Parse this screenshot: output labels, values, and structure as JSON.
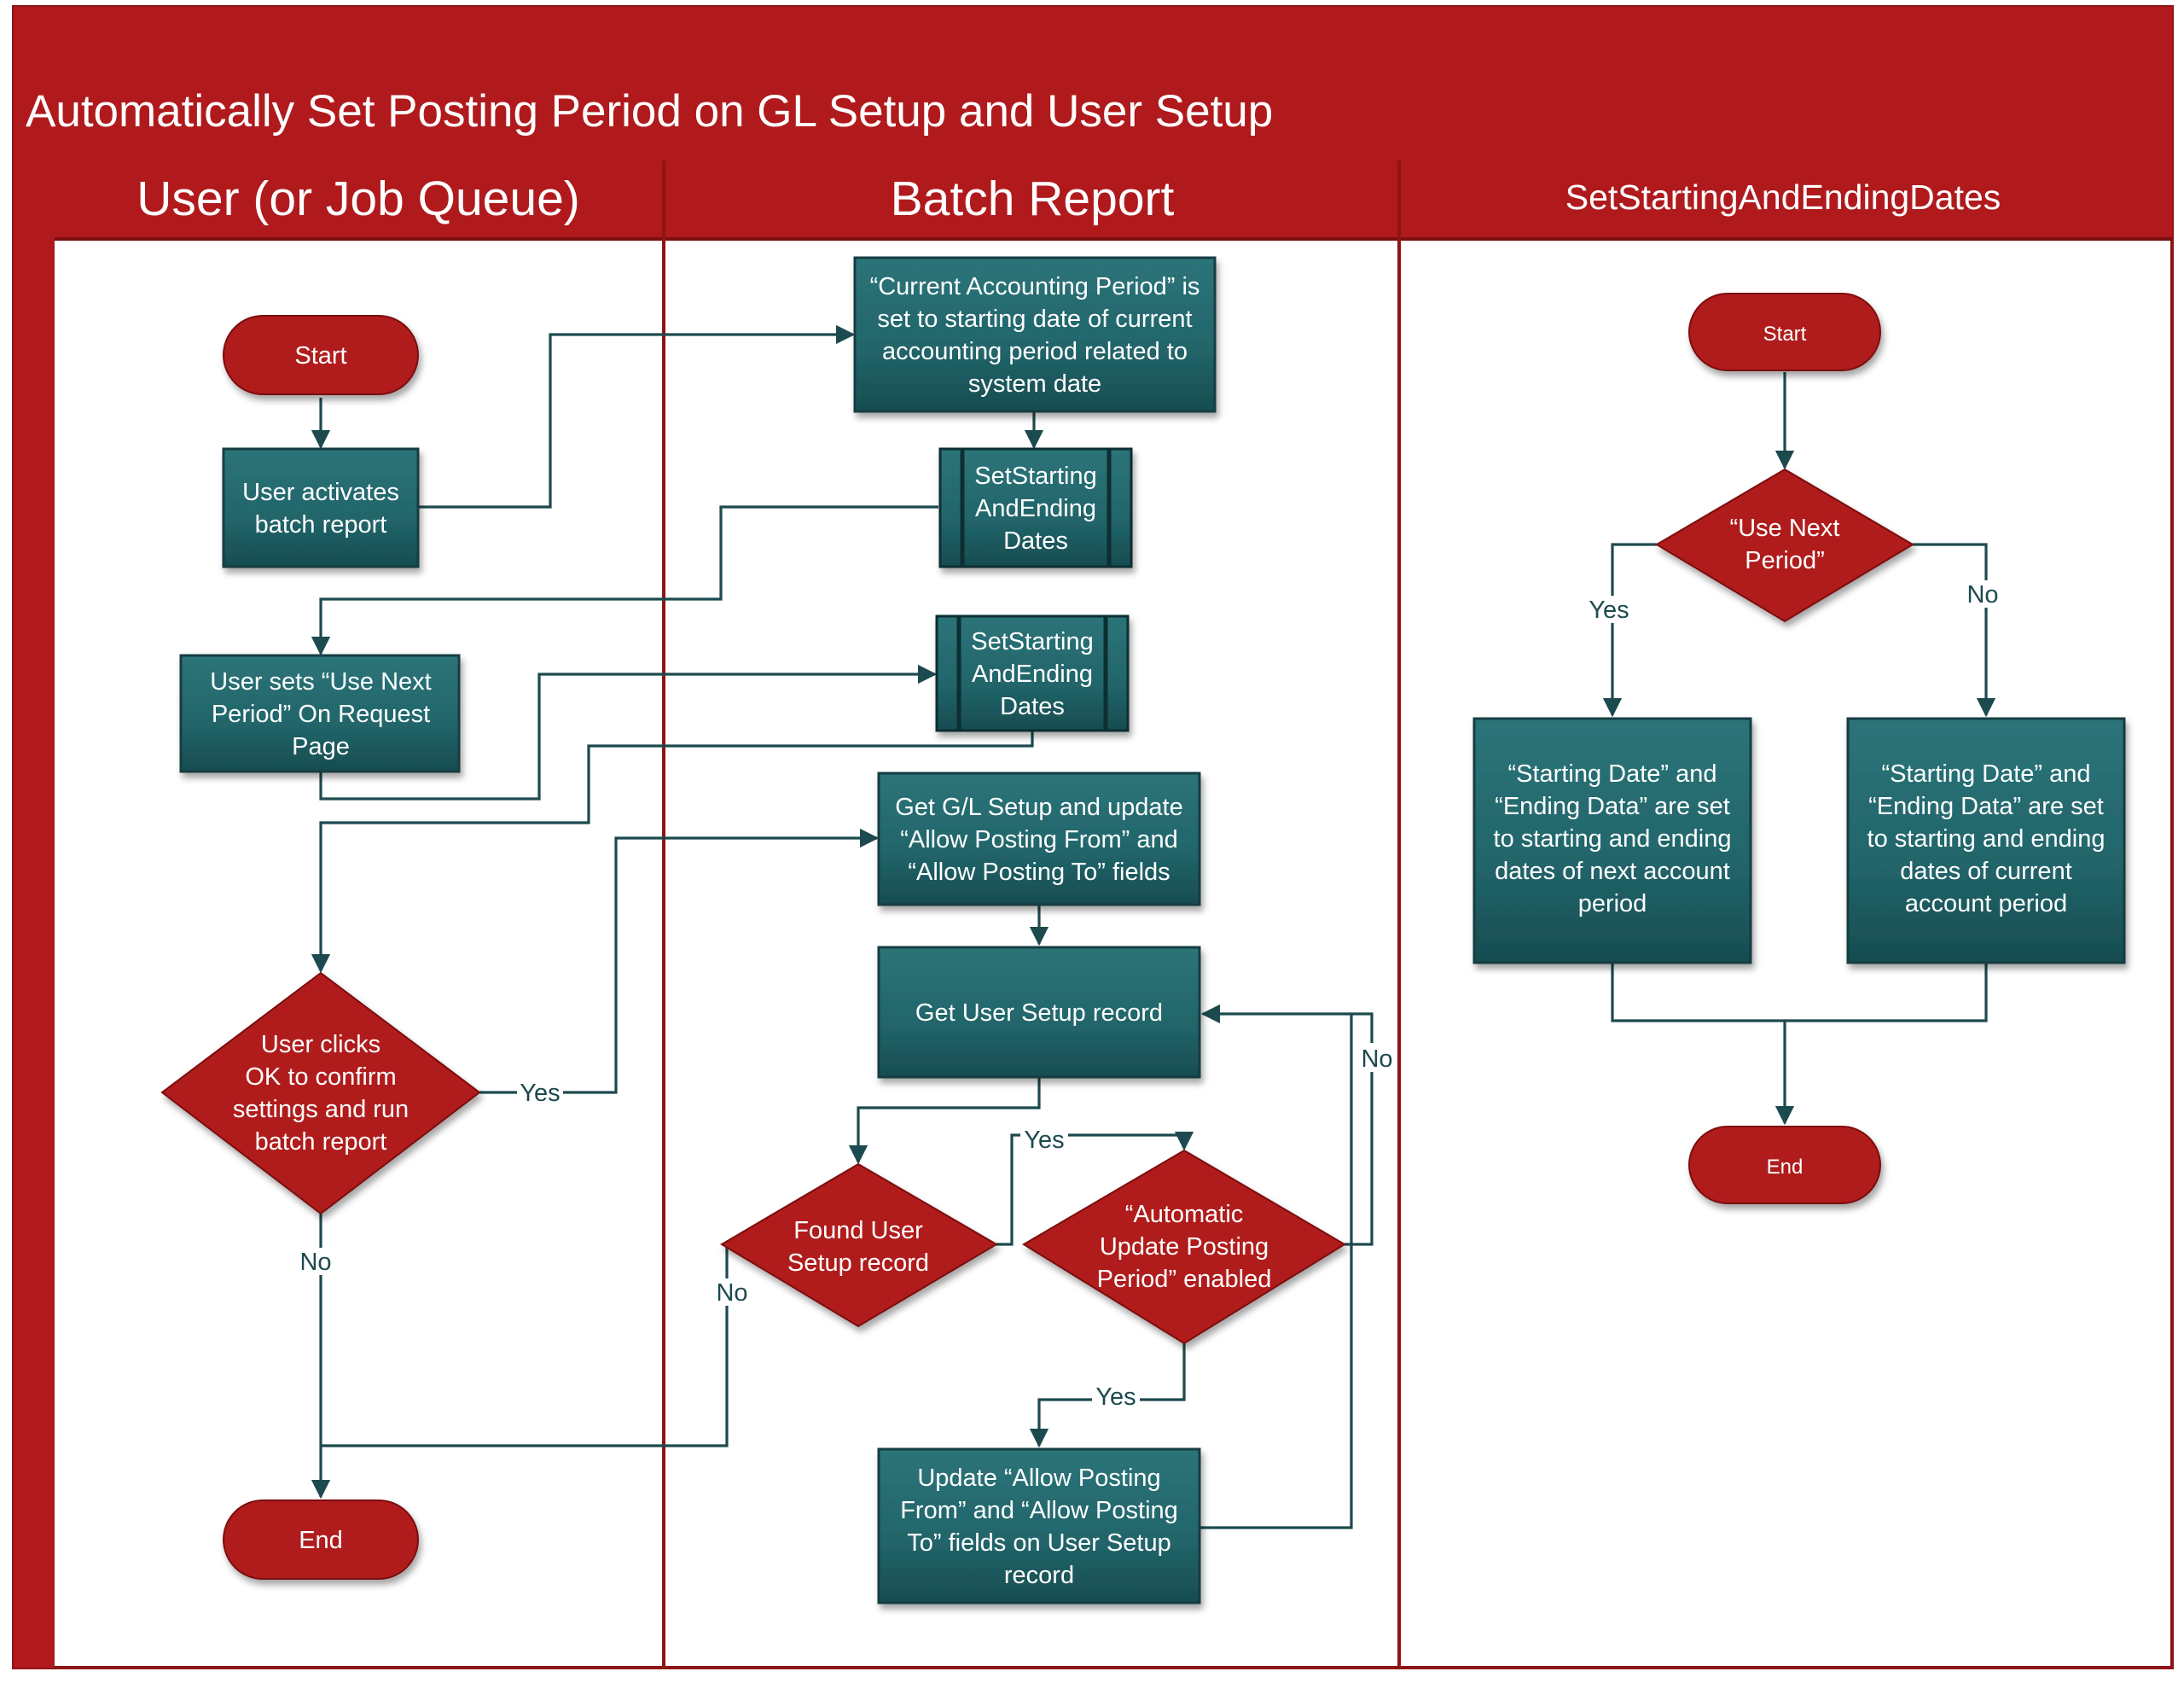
{
  "title": "Automatically Set Posting Period on GL Setup and User Setup",
  "colors": {
    "frame_red": "#b01a1d",
    "frame_dark_red": "#8e1416",
    "process_teal": "#23666b",
    "process_teal_dark": "#184d52",
    "edge_color": "#1d4a4e",
    "text_white": "#ffffff"
  },
  "lanes": [
    {
      "id": "user",
      "label": "User (or Job Queue)"
    },
    {
      "id": "batch",
      "label": "Batch Report"
    },
    {
      "id": "setdates",
      "label": "SetStartingAndEndingDates"
    }
  ],
  "nodes": {
    "u_start": {
      "shape": "terminator",
      "lines": [
        "Start"
      ]
    },
    "u_activate": {
      "shape": "process",
      "lines": [
        "User activates",
        "batch report"
      ]
    },
    "u_setnext": {
      "shape": "process",
      "lines": [
        "User sets “Use Next",
        "Period” On Request",
        "Page"
      ]
    },
    "u_confirm": {
      "shape": "decision",
      "lines": [
        "User clicks",
        "OK to confirm",
        "settings and run",
        "batch report"
      ]
    },
    "u_end": {
      "shape": "terminator",
      "lines": [
        "End"
      ]
    },
    "b_current": {
      "shape": "process",
      "lines": [
        "“Current Accounting Period” is",
        "set to starting date of current",
        "accounting period related to",
        "system date"
      ]
    },
    "b_sub1": {
      "shape": "subprocess",
      "lines": [
        "SetStarting",
        "AndEnding",
        "Dates"
      ]
    },
    "b_sub2": {
      "shape": "subprocess",
      "lines": [
        "SetStarting",
        "AndEnding",
        "Dates"
      ]
    },
    "b_glsetup": {
      "shape": "process",
      "lines": [
        "Get G/L Setup and update",
        "“Allow Posting From” and",
        "“Allow Posting To” fields"
      ]
    },
    "b_usersetup": {
      "shape": "process",
      "lines": [
        "Get User Setup record"
      ]
    },
    "b_found": {
      "shape": "decision",
      "lines": [
        "Found User",
        "Setup record"
      ]
    },
    "b_auto": {
      "shape": "decision",
      "lines": [
        "“Automatic",
        "Update Posting",
        "Period” enabled"
      ]
    },
    "b_update": {
      "shape": "process",
      "lines": [
        "Update “Allow Posting",
        "From” and “Allow Posting",
        "To” fields on User Setup",
        "record"
      ]
    },
    "s_start": {
      "shape": "terminator",
      "lines": [
        "Start"
      ]
    },
    "s_usenext": {
      "shape": "decision",
      "lines": [
        "“Use Next",
        "Period”"
      ]
    },
    "s_next": {
      "shape": "process",
      "lines": [
        "“Starting Date” and",
        "“Ending Data” are set",
        "to starting and ending",
        "dates of next account",
        "period"
      ]
    },
    "s_current": {
      "shape": "process",
      "lines": [
        "“Starting Date” and",
        "“Ending Data” are set",
        "to starting and ending",
        "dates of current",
        "account period"
      ]
    },
    "s_end": {
      "shape": "terminator",
      "lines": [
        "End"
      ]
    }
  },
  "edge_labels": {
    "confirm_yes": "Yes",
    "confirm_no": "No",
    "found_yes": "Yes",
    "found_no": "No",
    "auto_yes": "Yes",
    "auto_no": "No",
    "usenext_yes": "Yes",
    "usenext_no": "No"
  }
}
